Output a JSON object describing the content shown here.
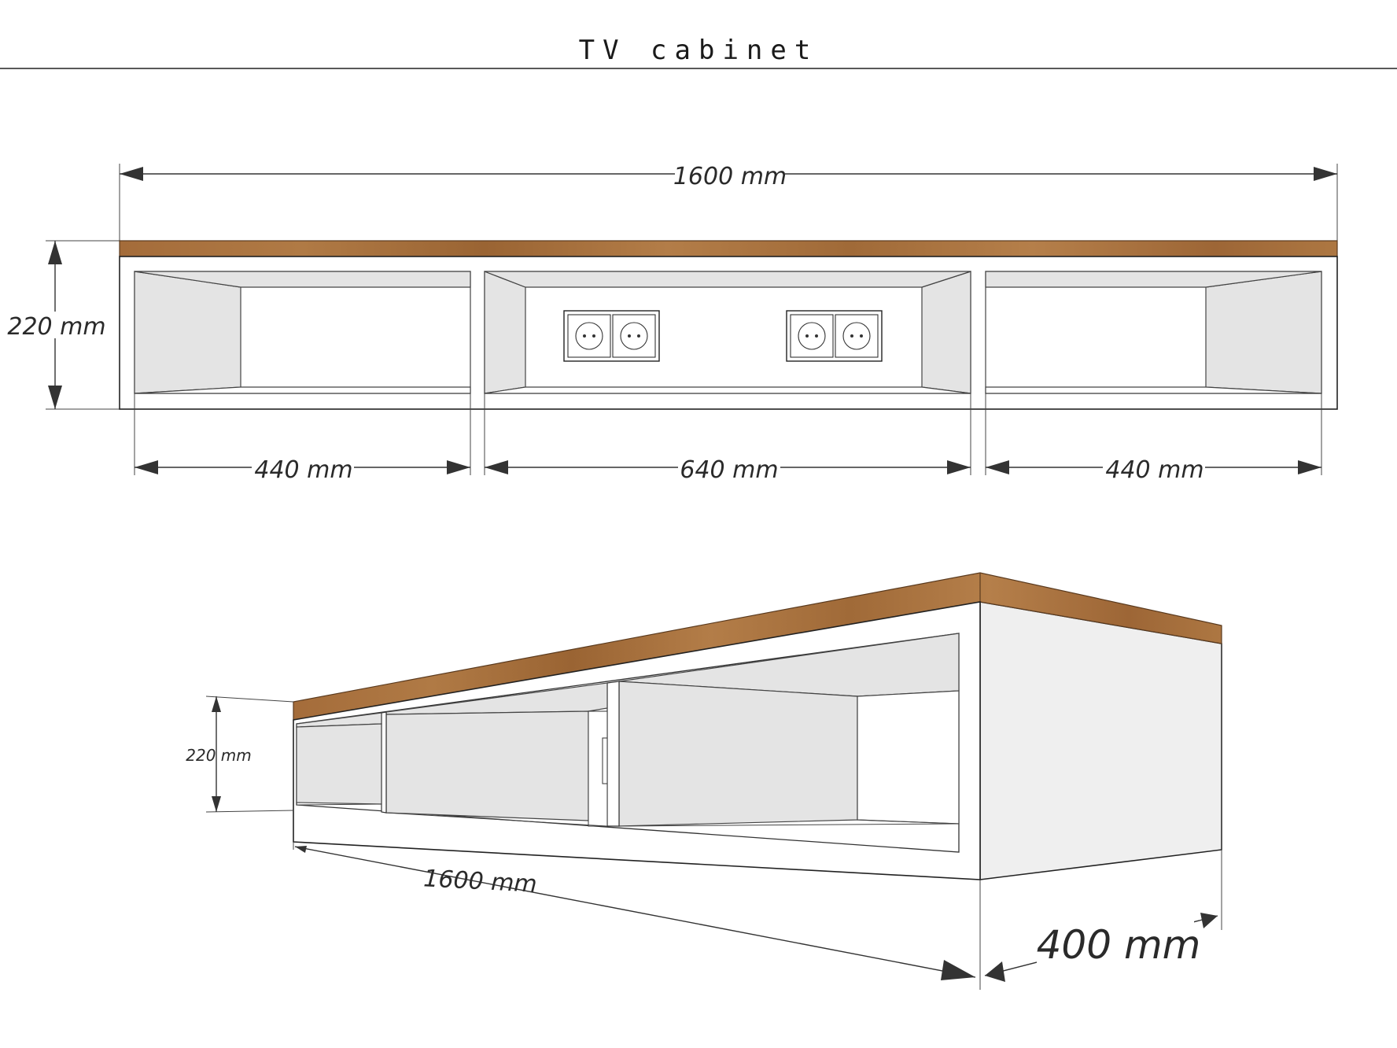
{
  "title": "TV cabinet",
  "front_view": {
    "overall_width": "1600 mm",
    "height": "220 mm",
    "left_width": "440 mm",
    "middle_width": "640 mm",
    "right_width": "440 mm"
  },
  "perspective_view": {
    "height": "220 mm",
    "length": "1600 mm",
    "depth": "400 mm"
  },
  "colors": {
    "wood": "#a8713e",
    "wood_dark": "#8a5a2e",
    "panel_shade": "#e4e4e4",
    "line": "#222222"
  }
}
